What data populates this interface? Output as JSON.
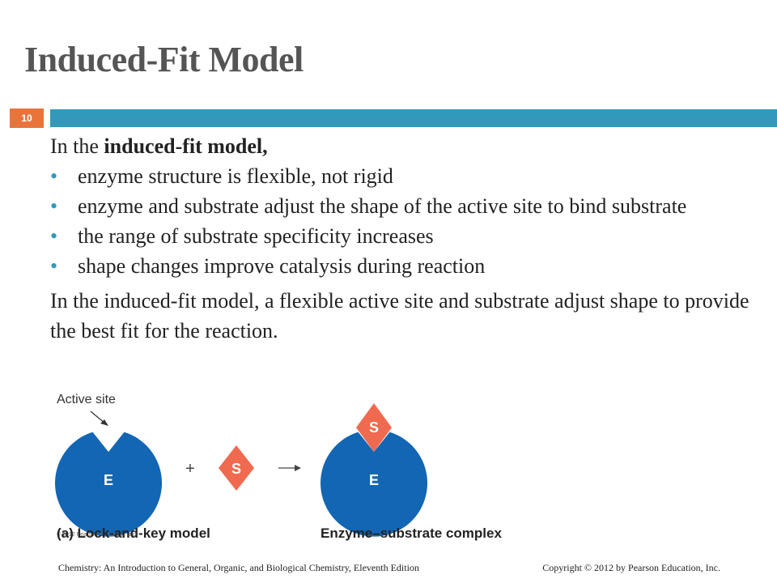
{
  "slide": {
    "title": "Induced-Fit Model",
    "number": "10"
  },
  "content": {
    "intro_prefix": "In the ",
    "intro_bold": "induced-fit model,",
    "bullets": [
      "enzyme structure is flexible, not rigid",
      "enzyme and substrate adjust the shape of the active site to bind substrate",
      "the range of substrate specificity increases",
      "shape changes improve catalysis during reaction"
    ],
    "summary": "In the induced-fit model, a flexible active site and substrate adjust shape to provide the best fit for the reaction."
  },
  "figure": {
    "active_site_label": "Active site",
    "copyright_small": "© 2012 Pearson Education, Inc.",
    "enzyme_letter": "E",
    "substrate_letter": "S",
    "plus": "+",
    "caption_left": "(a) Lock-and-key model",
    "caption_right": "Enzyme–substrate complex",
    "colors": {
      "enzyme": "#1266b3",
      "substrate": "#ef6a4f"
    }
  },
  "footer": {
    "left": "Chemistry: An Introduction to General, Organic, and Biological Chemistry, Eleventh Edition",
    "right": "Copyright © 2012 by Pearson Education, Inc."
  }
}
